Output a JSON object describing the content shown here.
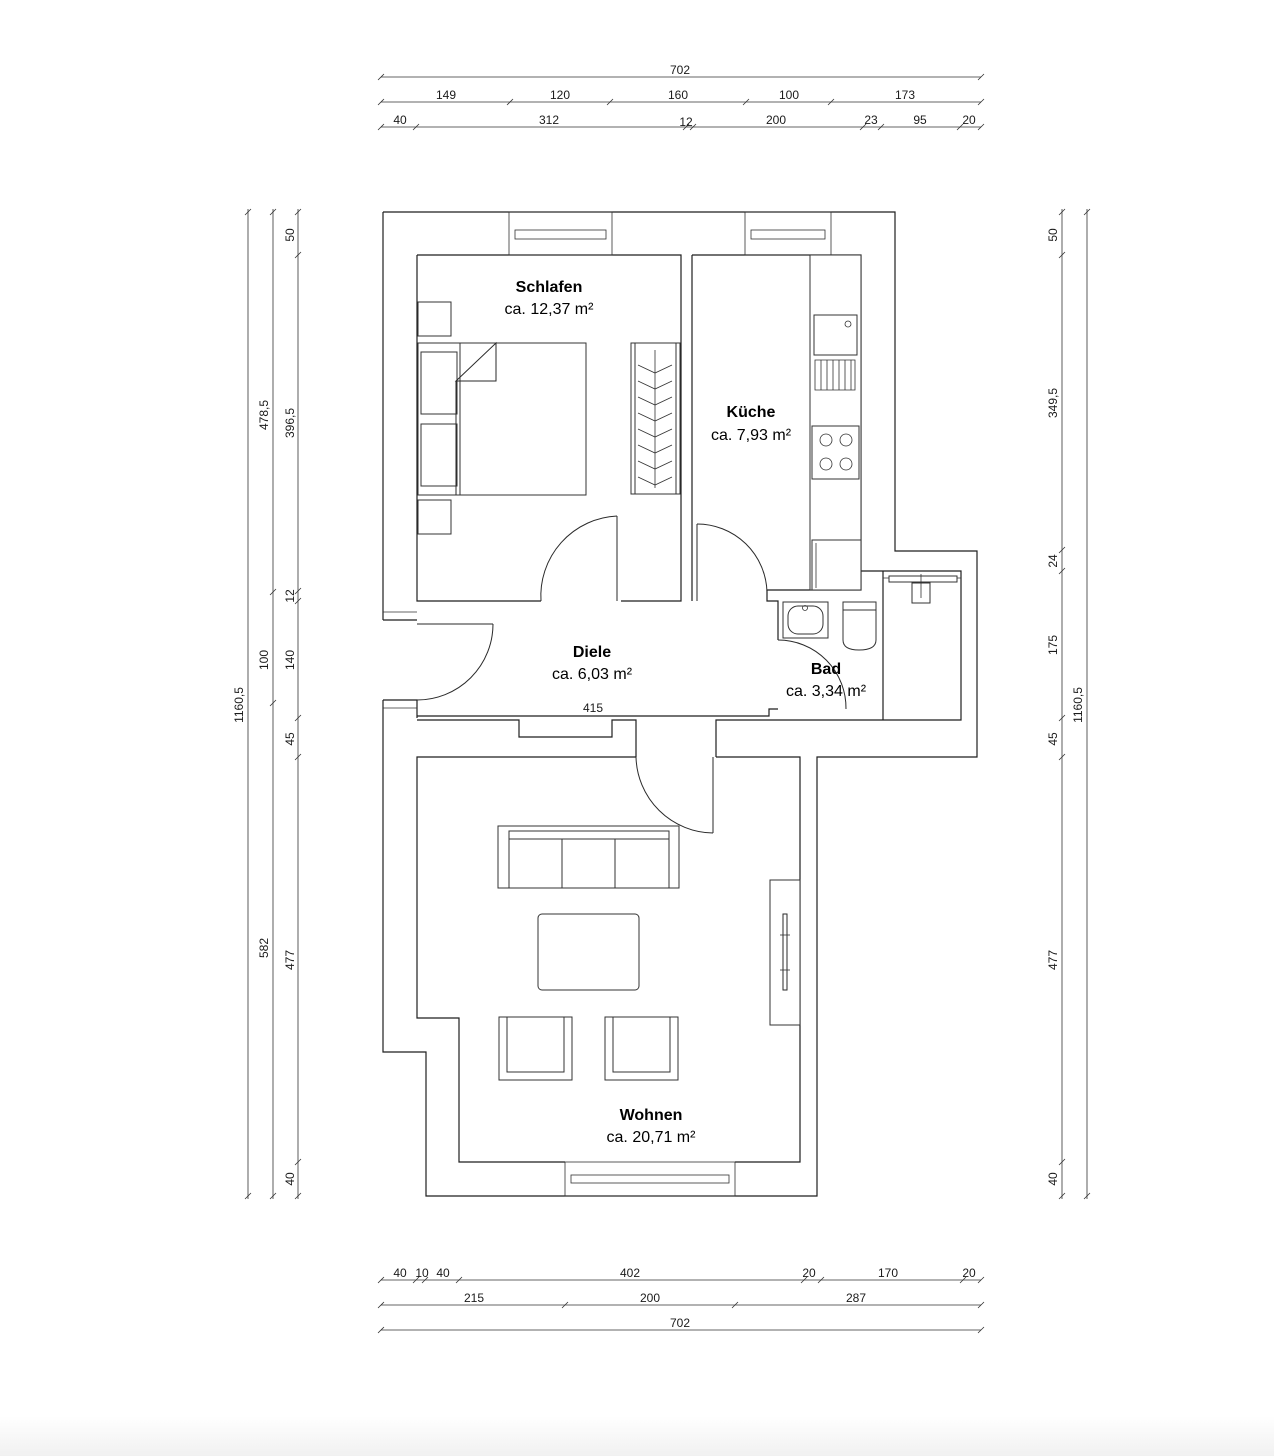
{
  "dimensions": {
    "top_total": "702",
    "top_row2": [
      "149",
      "120",
      "160",
      "100",
      "173"
    ],
    "top_row3": [
      "40",
      "312",
      "12",
      "200",
      "23",
      "95",
      "20"
    ],
    "bottom_row1": [
      "40",
      "10",
      "40",
      "402",
      "20",
      "170",
      "20"
    ],
    "bottom_row2": [
      "215",
      "200",
      "287"
    ],
    "bottom_total": "702",
    "left_total": "1160,5",
    "left_mid": [
      "478,5",
      "100",
      "582"
    ],
    "left_inner": [
      "50",
      "396,5",
      "12",
      "140",
      "45",
      "477",
      "40"
    ],
    "right_inner": [
      "50",
      "349,5",
      "24",
      "175",
      "45",
      "477",
      "40"
    ],
    "right_total": "1160,5",
    "hall_width": "415"
  },
  "rooms": {
    "schlafen": {
      "name": "Schlafen",
      "area": "ca. 12,37 m²"
    },
    "kueche": {
      "name": "Küche",
      "area": "ca. 7,93 m²"
    },
    "diele": {
      "name": "Diele",
      "area": "ca. 6,03 m²"
    },
    "bad": {
      "name": "Bad",
      "area": "ca. 3,34 m²"
    },
    "wohnen": {
      "name": "Wohnen",
      "area": "ca. 20,71 m²"
    }
  }
}
